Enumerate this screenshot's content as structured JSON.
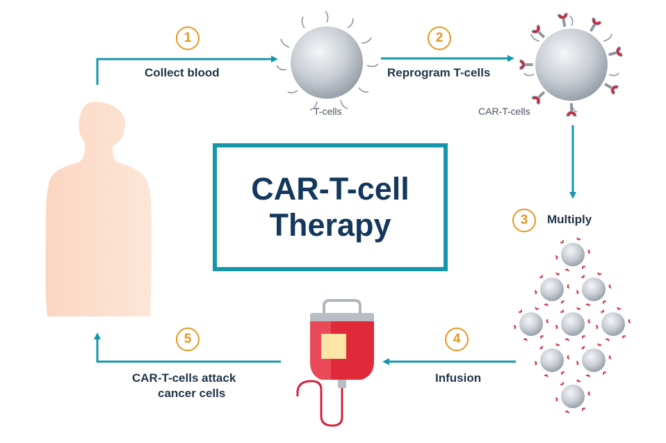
{
  "title": {
    "line1": "CAR-T-cell",
    "line2": "Therapy"
  },
  "steps": [
    {
      "number": "1",
      "label": "Collect blood"
    },
    {
      "number": "2",
      "label": "Reprogram T-cells"
    },
    {
      "number": "3",
      "label": "Multiply"
    },
    {
      "number": "4",
      "label": "Infusion"
    },
    {
      "number": "5",
      "label_line1": "CAR-T-cells attack",
      "label_line2": "cancer cells"
    }
  ],
  "cell_labels": {
    "tcells": "T-cells",
    "cartcells": "CAR-T-cells"
  },
  "colors": {
    "arrow": "#1596ab",
    "step_circle": "#e7961f",
    "title_border": "#1596ab",
    "title_text": "#13385c",
    "body": "#fde0cf",
    "cell": "#c8cdd4",
    "receptor": "#d0213b",
    "iv_bag": "#e02a3a"
  },
  "icons": [
    "human-silhouette",
    "t-cell-icon",
    "car-t-cell-icon",
    "cell-cluster-icon",
    "iv-bag-icon"
  ]
}
